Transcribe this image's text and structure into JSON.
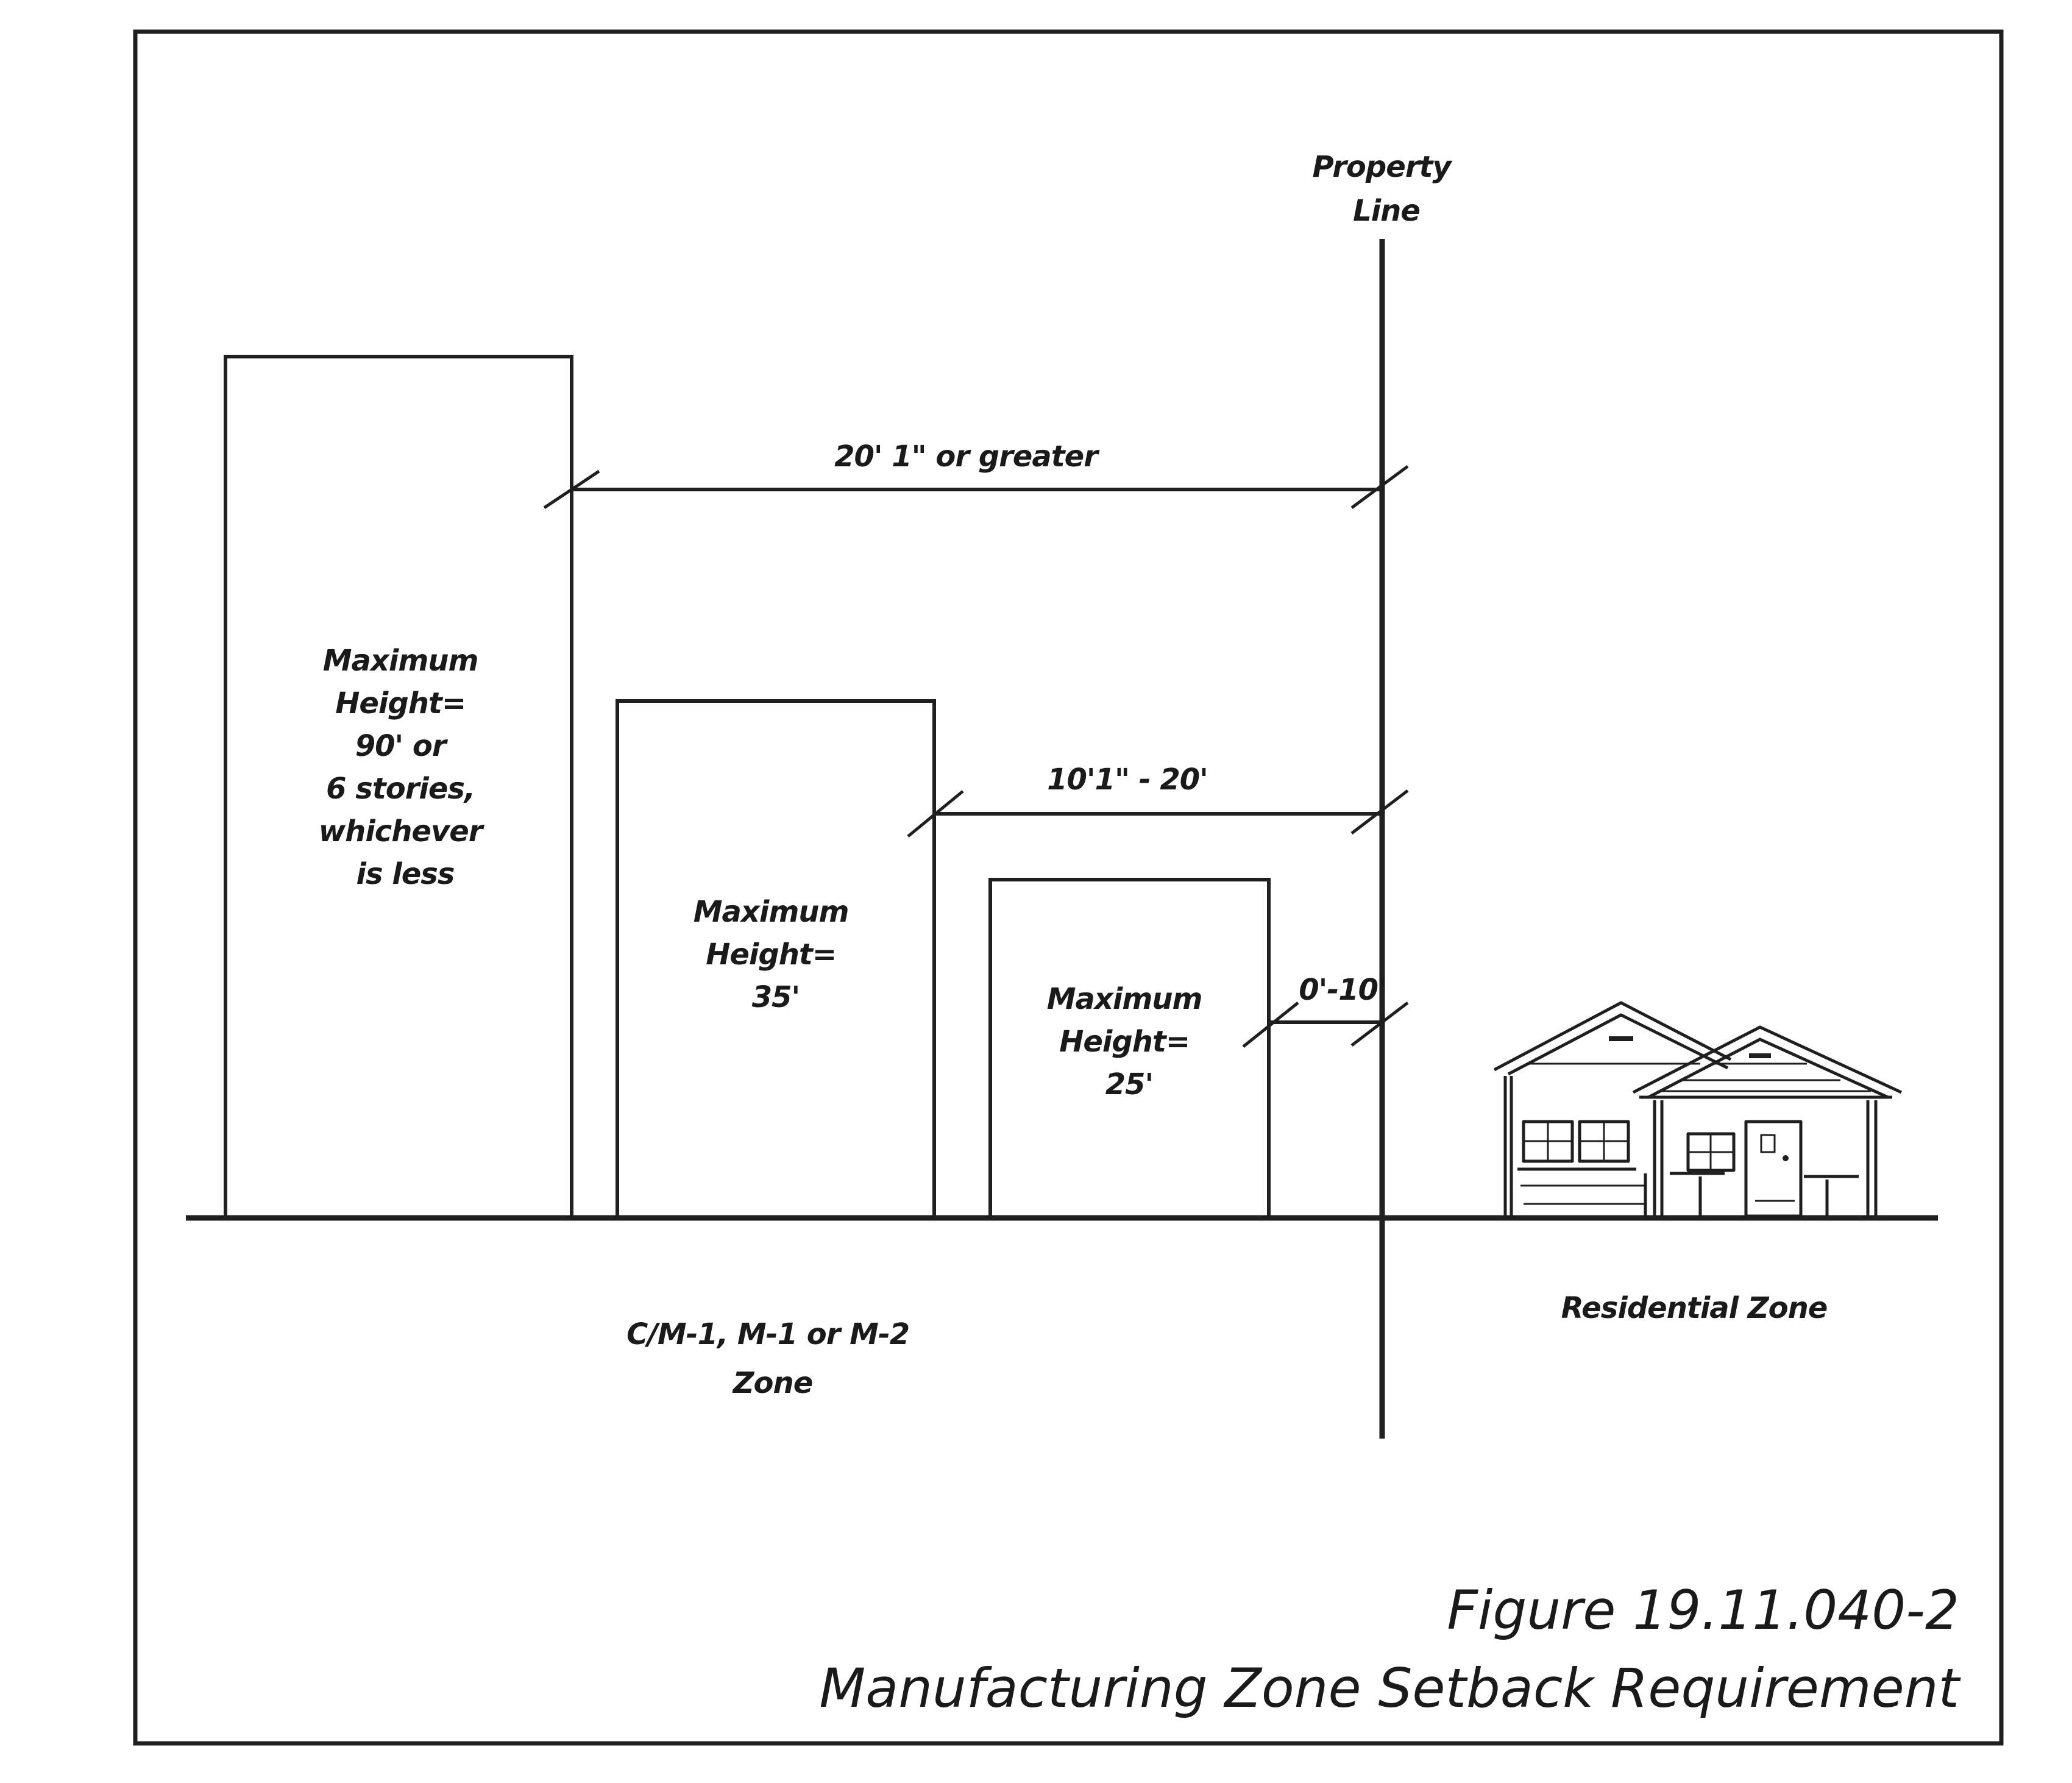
{
  "property_line_label": [
    "Property",
    "Line"
  ],
  "dimensions": {
    "d_far": "20' 1\" or greater",
    "d_mid": "10'1\" - 20'",
    "d_near": "0'-10'"
  },
  "buildings": {
    "tall": [
      "Maximum",
      "Height=",
      "90' or",
      "6 stories,",
      "whichever",
      "is less"
    ],
    "medium": [
      "Maximum",
      "Height=",
      "35'"
    ],
    "short": [
      "Maximum",
      "Height=",
      "25'"
    ]
  },
  "zones": {
    "manufacturing": [
      "C/M-1, M-1 or M-2",
      "Zone"
    ],
    "residential": "Residential Zone"
  },
  "caption": {
    "number": "Figure 19.11.040-2",
    "title": "Manufacturing Zone Setback Requirement"
  }
}
